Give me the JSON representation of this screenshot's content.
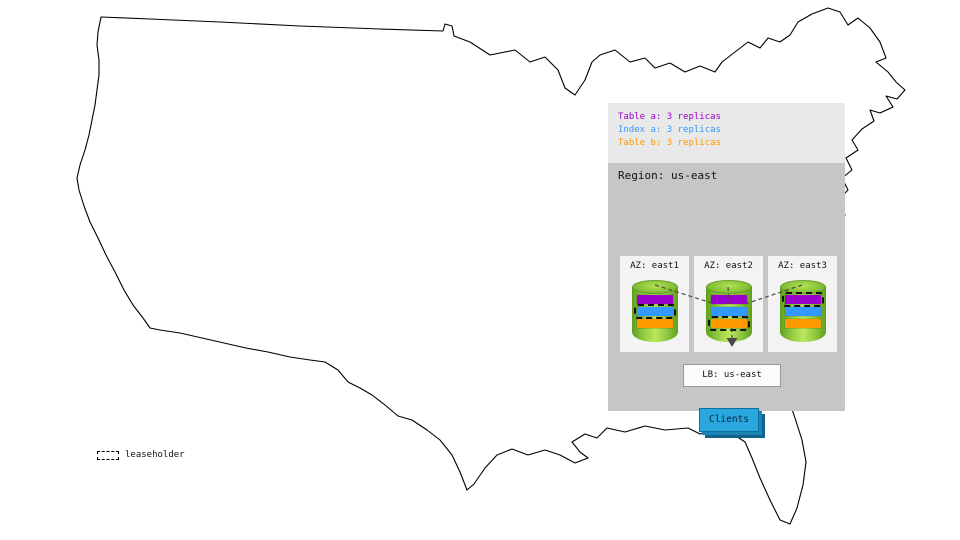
{
  "panel": {
    "legend": [
      {
        "label": "Table a: 3 replicas",
        "color": "#9900cc"
      },
      {
        "label": "Index a: 3 replicas",
        "color": "#3399ff"
      },
      {
        "label": "Table b: 3 replicas",
        "color": "#ff9900"
      }
    ],
    "region": {
      "label": "Region: us-east",
      "azs": [
        {
          "label": "AZ: east1",
          "bands": [
            {
              "name": "table-a",
              "color": "#9900cc",
              "leaseholder": false
            },
            {
              "name": "index-a",
              "color": "#3399ff",
              "leaseholder": true
            },
            {
              "name": "table-b",
              "color": "#ff9900",
              "leaseholder": false
            }
          ]
        },
        {
          "label": "AZ: east2",
          "bands": [
            {
              "name": "table-a",
              "color": "#9900cc",
              "leaseholder": false
            },
            {
              "name": "index-a",
              "color": "#3399ff",
              "leaseholder": false
            },
            {
              "name": "table-b",
              "color": "#ff9900",
              "leaseholder": true
            }
          ]
        },
        {
          "label": "AZ: east3",
          "bands": [
            {
              "name": "table-a",
              "color": "#9900cc",
              "leaseholder": true
            },
            {
              "name": "index-a",
              "color": "#3399ff",
              "leaseholder": false
            },
            {
              "name": "table-b",
              "color": "#ff9900",
              "leaseholder": false
            }
          ]
        }
      ]
    },
    "lb": {
      "label": "LB: us-east"
    },
    "clients": {
      "label": "Clients"
    }
  },
  "map_key": {
    "leaseholder_label": "leaseholder"
  },
  "colors": {
    "cylinder_green": "#8cc63e",
    "clients_blue": "#29a7df",
    "panel_gray": "#e9e9e9",
    "region_gray": "#c6c6c6"
  }
}
